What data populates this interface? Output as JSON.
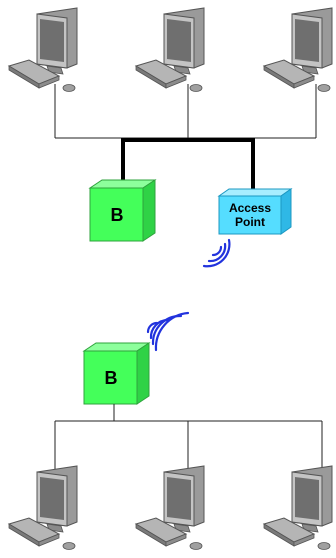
{
  "top_network": {
    "bridge_label": "B",
    "access_point_label_line1": "Access",
    "access_point_label_line2": "Point"
  },
  "bottom_network": {
    "bridge_label": "B"
  },
  "colors": {
    "bridge_front": "#44ff5a",
    "bridge_top": "#8dff9c",
    "bridge_side": "#2fd246",
    "ap_front": "#55ddff",
    "ap_top": "#a8eeff",
    "ap_side": "#2fb8e6",
    "wireless_waves": "#2233dd",
    "thin_line": "#222222",
    "thick_bus": "#000000"
  }
}
